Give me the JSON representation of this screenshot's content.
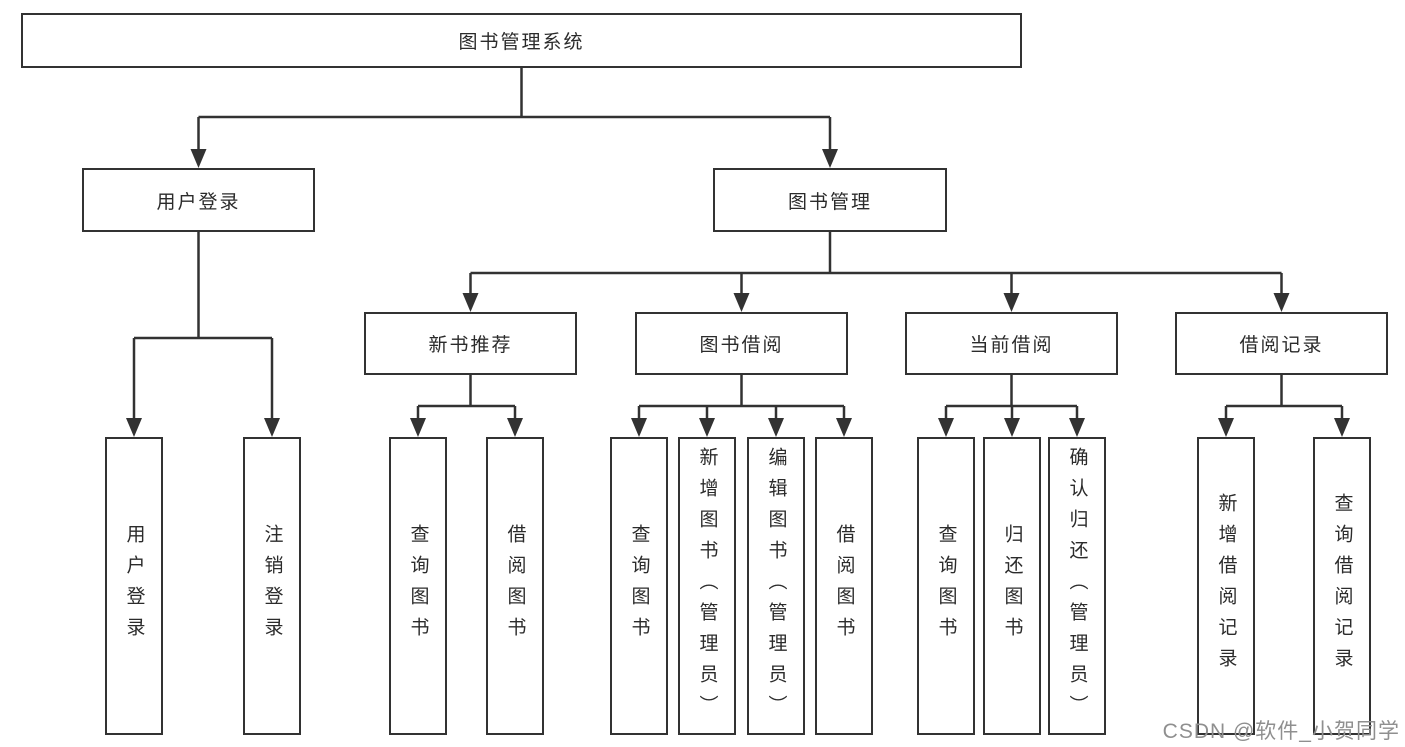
{
  "tree": {
    "label": "图书管理系统",
    "children": [
      {
        "label": "用户登录",
        "children": [
          {
            "label": "用户登录"
          },
          {
            "label": "注销登录"
          }
        ]
      },
      {
        "label": "图书管理",
        "children": [
          {
            "label": "新书推荐",
            "children": [
              {
                "label": "查询图书"
              },
              {
                "label": "借阅图书"
              }
            ]
          },
          {
            "label": "图书借阅",
            "children": [
              {
                "label": "查询图书"
              },
              {
                "label": "新增图书（管理员）"
              },
              {
                "label": "编辑图书（管理员）"
              },
              {
                "label": "借阅图书"
              }
            ]
          },
          {
            "label": "当前借阅",
            "children": [
              {
                "label": "查询图书"
              },
              {
                "label": "归还图书"
              },
              {
                "label": "确认归还（管理员）"
              }
            ]
          },
          {
            "label": "借阅记录",
            "children": [
              {
                "label": "新增借阅记录"
              },
              {
                "label": "查询借阅记录"
              }
            ]
          }
        ]
      }
    ]
  },
  "watermark": {
    "text": "CSDN @软件_小贺同学",
    "color": "#8f8f8f"
  },
  "colors": {
    "line": "#323232",
    "box_border": "#323232",
    "box_fill": "#ffffff",
    "text": "#2b2b2b"
  }
}
